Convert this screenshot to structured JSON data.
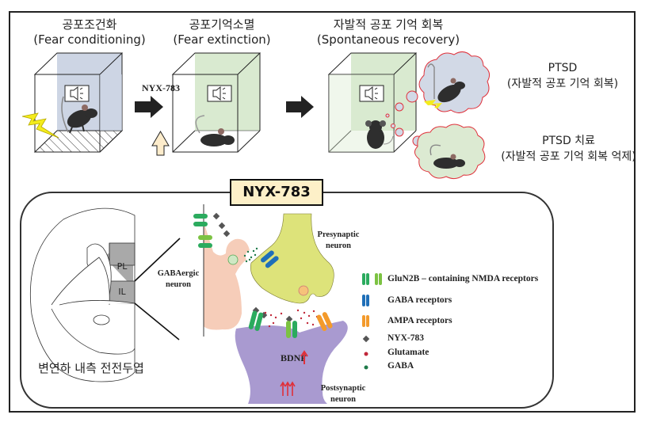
{
  "stages": [
    {
      "title_ko": "공포조건화",
      "title_en": "(Fear conditioning)"
    },
    {
      "title_ko": "공포기억소멸",
      "title_en": "(Fear extinction)"
    },
    {
      "title_ko": "자발적 공포 기억 회복",
      "title_en": "(Spontaneous recovery)"
    }
  ],
  "drug_label": "NYX-783",
  "outcomes": [
    {
      "title": "PTSD",
      "subtitle": "(자발적 공포 기억 회복)"
    },
    {
      "title": "PTSD 치료",
      "subtitle": "(자발적 공포 기억 회복 억제)"
    }
  ],
  "mechanism": {
    "box_title": "NYX-783",
    "brain_regions": [
      "PL",
      "IL"
    ],
    "brain_caption": "변연하 내측 전전두엽",
    "gabaergic_label": [
      "GABAergic",
      "neuron"
    ],
    "presynaptic_label": [
      "Presynaptic",
      "neuron"
    ],
    "postsynaptic_label": [
      "Postsynaptic",
      "neuron"
    ],
    "bdnf_label": "BDNF"
  },
  "legend": [
    {
      "label": "GluN2B – containing NMDA receptors",
      "icon": "nmda-receptor-icon",
      "colors": [
        "#2bab5e",
        "#7cc242"
      ]
    },
    {
      "label": "GABA receptors",
      "icon": "gaba-receptor-icon",
      "colors": [
        "#1f6fb8"
      ]
    },
    {
      "label": "AMPA receptors",
      "icon": "ampa-receptor-icon",
      "colors": [
        "#f39a2b"
      ]
    },
    {
      "label": "NYX-783",
      "icon": "nyx-molecule-icon",
      "colors": [
        "#555555"
      ]
    },
    {
      "label": "Glutamate",
      "icon": "glutamate-dot-icon",
      "colors": [
        "#c0283a"
      ]
    },
    {
      "label": "GABA",
      "icon": "gaba-dot-icon",
      "colors": [
        "#1f7a4a"
      ]
    }
  ],
  "colors": {
    "box_blue": "#cdd5e4",
    "box_green": "#d9ead0",
    "cloud_blue": "#d2d9e6",
    "cloud_green": "#dcead2",
    "cloud_border": "#e0303a",
    "presynaptic": "#dde37a",
    "postsynaptic": "#a99ad0",
    "gabaergic": "#f6cdb9",
    "brain_region": "#a9a9a9"
  }
}
